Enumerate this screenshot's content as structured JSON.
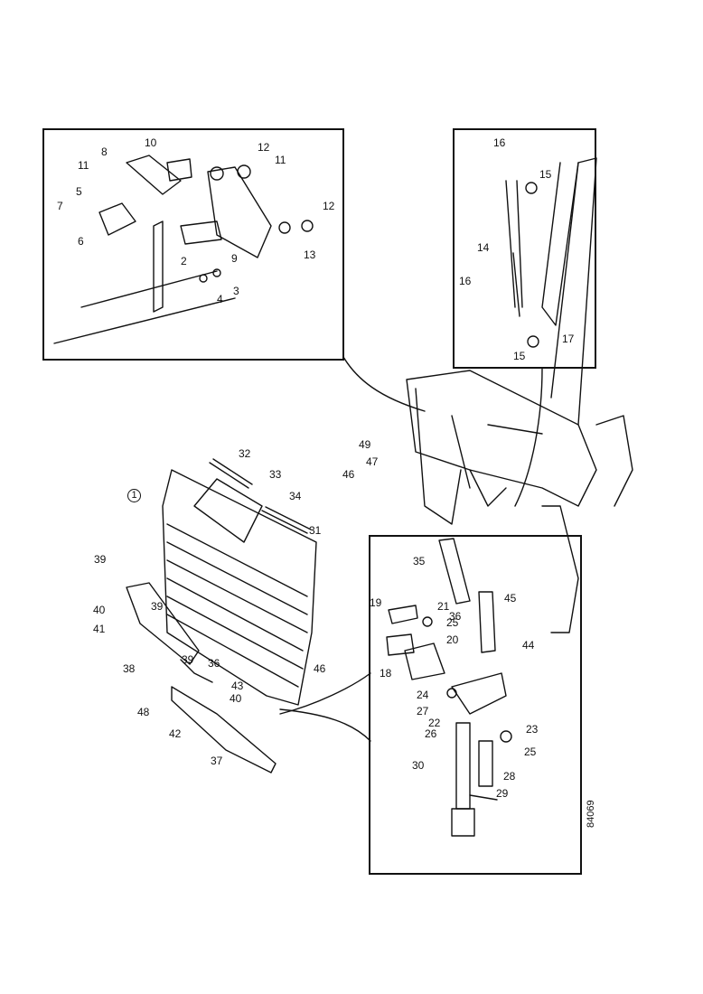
{
  "figure_id": "84069",
  "callouts": [
    "1",
    "2",
    "3",
    "4",
    "5",
    "6",
    "7",
    "8",
    "9",
    "10",
    "11",
    "11",
    "12",
    "12",
    "13",
    "14",
    "15",
    "15",
    "16",
    "16",
    "17",
    "18",
    "19",
    "20",
    "21",
    "22",
    "23",
    "24",
    "25",
    "25",
    "26",
    "27",
    "28",
    "29",
    "30",
    "31",
    "32",
    "33",
    "34",
    "35",
    "36",
    "36",
    "37",
    "38",
    "39",
    "39",
    "39",
    "40",
    "40",
    "41",
    "42",
    "43",
    "44",
    "45",
    "46",
    "46",
    "47",
    "48",
    "49"
  ]
}
